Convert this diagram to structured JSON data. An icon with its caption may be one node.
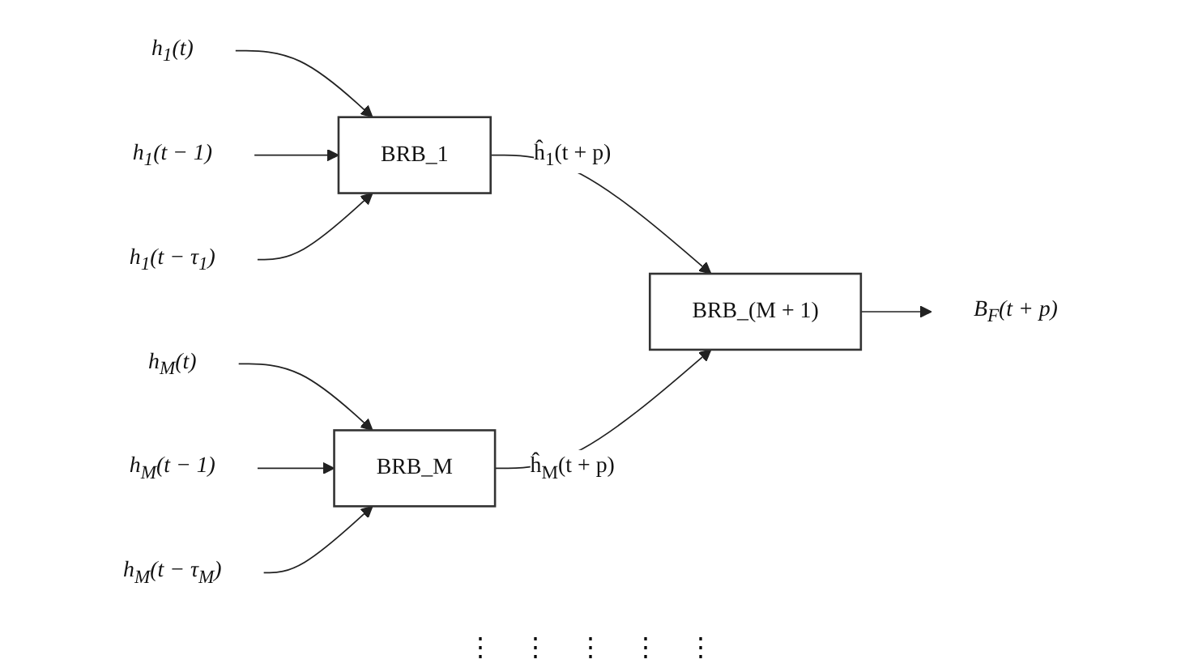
{
  "diagram": {
    "nodes": [
      {
        "text": [
          "h$_{1}$(t)"
        ]
      },
      {
        "text": [
          "h$_{1}$(t − 1)"
        ]
      },
      {
        "text": [
          "h$_{1}$(t − τ$_{1}$)"
        ]
      },
      {
        "text": [
          "BRB_1"
        ]
      },
      {
        "text": [
          "h$_{M}$(t)"
        ]
      },
      {
        "text": [
          "h$_{M}$(t − 1)"
        ]
      },
      {
        "text": [
          "h$_{M}$(t − τ$_{M}$)"
        ]
      },
      {
        "text": [
          "BRB_M"
        ]
      },
      {
        "text": [
          "BRB_(M + 1)"
        ]
      },
      {
        "text": [
          "B$_{F}$(t + p)"
        ]
      }
    ],
    "edges": [
      {
        "from": 0,
        "to": 3,
        "arrow": "to"
      },
      {
        "from": 1,
        "to": 3,
        "arrow": "to"
      },
      {
        "from": 2,
        "to": 3,
        "arrow": "to"
      },
      {
        "from": 4,
        "to": 7,
        "arrow": "to"
      },
      {
        "from": 5,
        "to": 7,
        "arrow": "to"
      },
      {
        "from": 6,
        "to": 7,
        "arrow": "to"
      },
      {
        "from": 3,
        "to": 8,
        "label": "ĥ$_{1}$(t + p)",
        "arrow": "to"
      },
      {
        "from": 7,
        "to": 8,
        "label": "ĥ$_{M}$(t + p)",
        "arrow": "to"
      },
      {
        "from": 8,
        "to": 9,
        "arrow": "to"
      }
    ],
    "labels": [
      "⋮",
      "⋮",
      "⋮",
      "⋮",
      "⋮"
    ]
  }
}
